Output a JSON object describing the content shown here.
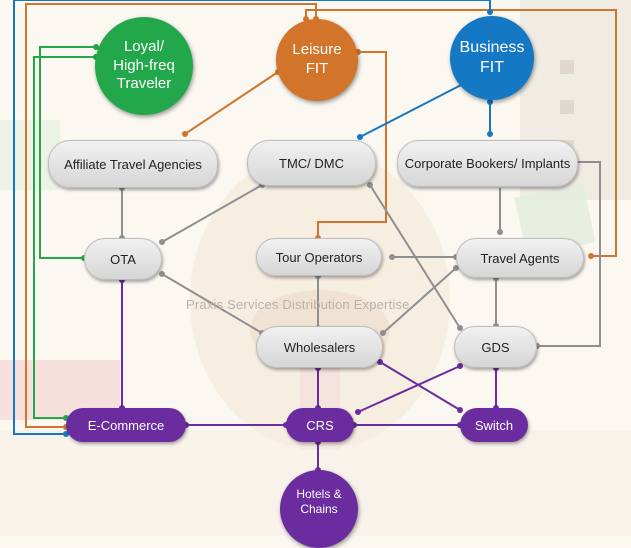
{
  "watermark": "Praxis Services Distribution Expertise",
  "colors": {
    "orange": "#d2752a",
    "blue": "#1578c4",
    "green": "#22a74a",
    "purple": "#6a2c9e",
    "gray": "#8a8a8a"
  },
  "nodes": {
    "loyal": "Loyal/\nHigh-freq\nTraveler",
    "leisure": "Leisure\nFIT",
    "business": "Business\nFIT",
    "affiliate": "Affiliate Travel Agencies",
    "tmc": "TMC/ DMC",
    "corporate": "Corporate Bookers/ Implants",
    "ota": "OTA",
    "tour": "Tour Operators",
    "agents": "Travel Agents",
    "wholesalers": "Wholesalers",
    "gds": "GDS",
    "ecommerce": "E-Commerce",
    "crs": "CRS",
    "switch": "Switch",
    "hotels": "Hotels &\nChains"
  }
}
